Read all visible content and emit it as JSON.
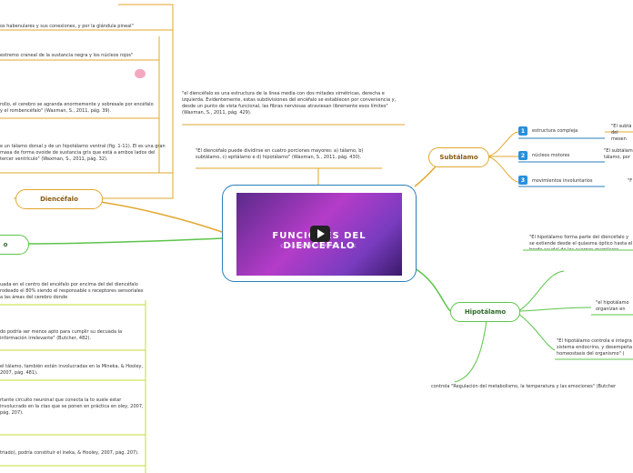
{
  "center": {
    "video_title": "FUNCIONES DEL DIENCÉFALO",
    "video_subtitle": "CLASES DEL PROF. VIC"
  },
  "nodes": {
    "diencefalo": "Diencéfalo",
    "subtalamo": "Subtálamo",
    "hipotalamo": "Hipotálamo",
    "left_partial": "o"
  },
  "center_top_texts": [
    "\"el diencéfalo es una estructura de la línea media con dos mitades simétricas, derecha e izquierda. Evidentemente, estas subdivisiones del encéfalo se establecen por conveniencia y, desde un punto de vista funcional, las fibras nerviosas atraviesan libremente esos límites\" (Waxman, S., 2011, pág. 429).",
    "\"El diencéfalo puede dividirse en cuatro porciones mayores: a) tálamo, b) subtálamo, c) epitálamo e d) hipotálamo\" (Waxman, S., 2011, pág. 430)."
  ],
  "left_texts": [
    "os habenulares y sus conexiones, y por la glándula pineal\"",
    "extremo craneal de la sustancia negra y los núcleos rojos\"",
    "rollo, el cerebro se agranda enormemente y sobresale por encéfalo y el rombencéfalo\" (Waxman, S., 2011, pág. 39).",
    "e un tálamo dorsal y de un hipotálamo ventral (fig. 1-11). El es una gran masa de forma ovoide de sustancia gris que está a ambos lados del tercer ventrículo\" (Waxman, S., 2011, pág. 32).",
    "uada en el centro del encéfalo por encima del del diencéfalo rodeado el 80% siendo el responsable s receptores sensoriales a las áreas del cerebro donde",
    "do podría ser menos apto para cumplir su decuada la información irrelevante\" (Butcher, 482).",
    "el tálamo, también están involucradas en la Mineka, & Hooley, 2007, pág. 481).",
    "rtante circuito neuronal que conecta la to suele estar involucrado en la ctas que se ponen en práctica en oley, 2007, pág. 207).",
    "triado), podría constituir el ineka, & Hooley, 2007, pág. 207)."
  ],
  "subtalamo_items": [
    {
      "num": "1",
      "label": "estructura compleja",
      "note": "\"El subtá del mesen"
    },
    {
      "num": "2",
      "label": "núcleos motores",
      "note": "\"El subtálam tálamo, por"
    },
    {
      "num": "3",
      "label": "movimientos involuntarios",
      "note": "\"F"
    }
  ],
  "hipotalamo_texts": [
    "\"El hipotálamo forma parte del diencéfalo y se extiende desde el quiasma óptico hasta el borde caudal de los cuerpos mamilares",
    "\"el hipotálamo organizan en",
    "\"El hipotálamo controla e integra sistema endocrino, y desempeña homeostasis del organismo\" (",
    "controla \"Regulación del metabolismo, la temperatura y las emociones\" (Butcher"
  ],
  "colors": {
    "orange": "#e2a72e",
    "green": "#5cc44a",
    "blue": "#2a7fb8",
    "badge": "#2b8fd8"
  }
}
